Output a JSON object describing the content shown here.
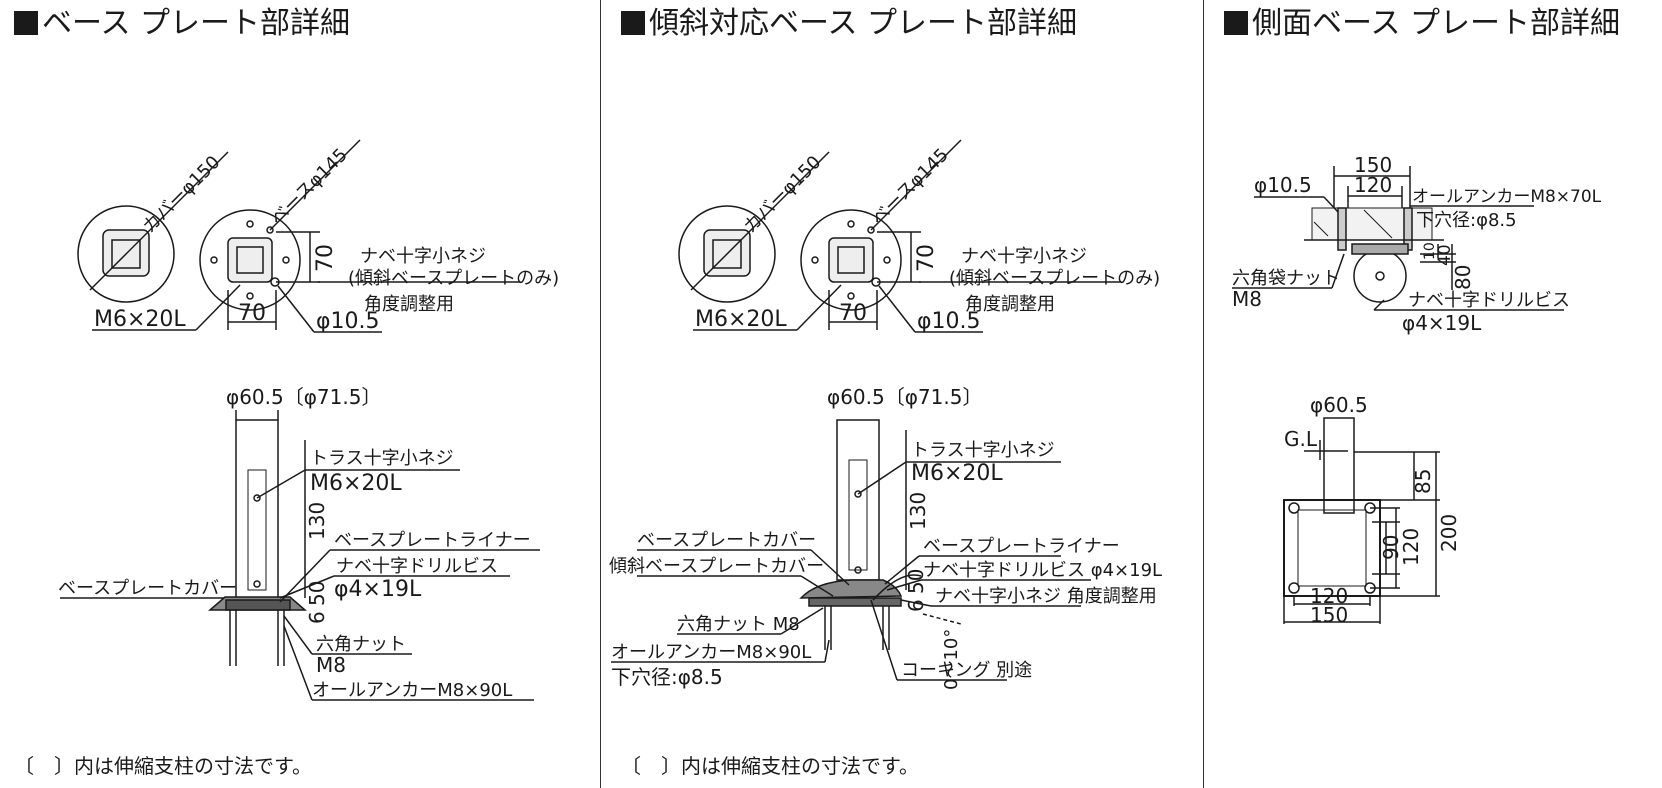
{
  "panels": [
    {
      "title": "ベース プレート部詳細",
      "note": "〔　〕内は伸縮支柱の寸法です。",
      "labels": {
        "cover": "カバーφ150",
        "base": "ベースφ145",
        "screw": "ナベ十字小ネジ",
        "screw_note": "(傾斜ベースプレートのみ)",
        "angle": "角度調整用",
        "m6": "M6×20L",
        "d70": "70",
        "d70v": "70",
        "hole": "φ10.5",
        "post": "φ60.5〔φ71.5〕",
        "truss": "トラス十字小ネジ",
        "truss_size": "M6×20L",
        "d130": "130",
        "liner": "ベースプレートライナー",
        "drill": "ナベ十字ドリルビス",
        "drill_size": "φ4×19L",
        "cover_label": "ベースプレートカバー",
        "d50": "50",
        "d6": "6",
        "nut": "六角ナット",
        "nut_size": "M8",
        "anchor": "オールアンカーM8×90L"
      }
    },
    {
      "title": "傾斜対応ベース プレート部詳細",
      "note": "〔　〕内は伸縮支柱の寸法です。",
      "labels": {
        "cover": "カバーφ150",
        "base": "ベースφ145",
        "screw": "ナベ十字小ネジ",
        "screw_note": "(傾斜ベースプレートのみ)",
        "angle": "角度調整用",
        "m6": "M6×20L",
        "d70": "70",
        "d70v": "70",
        "hole": "φ10.5",
        "post": "φ60.5〔φ71.5〕",
        "truss": "トラス十字小ネジ",
        "truss_size": "M6×20L",
        "d130": "130",
        "liner": "ベースプレートライナー",
        "drill": "ナベ十字ドリルビス φ4×19L",
        "cover_label": "ベースプレートカバー",
        "tilt_cover": "傾斜ベースプレートカバー",
        "screw2": "ナベ十字小ネジ 角度調整用",
        "d50": "50",
        "d6": "6",
        "nut": "六角ナット M8",
        "angle_range": "0〜10°",
        "anchor": "オールアンカーM8×90L",
        "pilot": "下穴径:φ8.5",
        "caulk": "コーキング 別途"
      }
    },
    {
      "title": "側面ベース プレート部詳細",
      "labels": {
        "d150": "150",
        "d120": "120",
        "hole": "φ10.5",
        "anchor": "オールアンカーM8×70L",
        "pilot": "下穴径:φ8.5",
        "d10": "10",
        "d40": "40",
        "d80": "80",
        "capnut": "六角袋ナット",
        "capnut_size": "M8",
        "drill": "ナベ十字ドリルビス",
        "drill_size": "φ4×19L",
        "post": "φ60.5",
        "gl": "G.L",
        "d85": "85",
        "d200": "200",
        "d90": "90",
        "d120v": "120",
        "d120h": "120",
        "d150h": "150"
      }
    }
  ]
}
